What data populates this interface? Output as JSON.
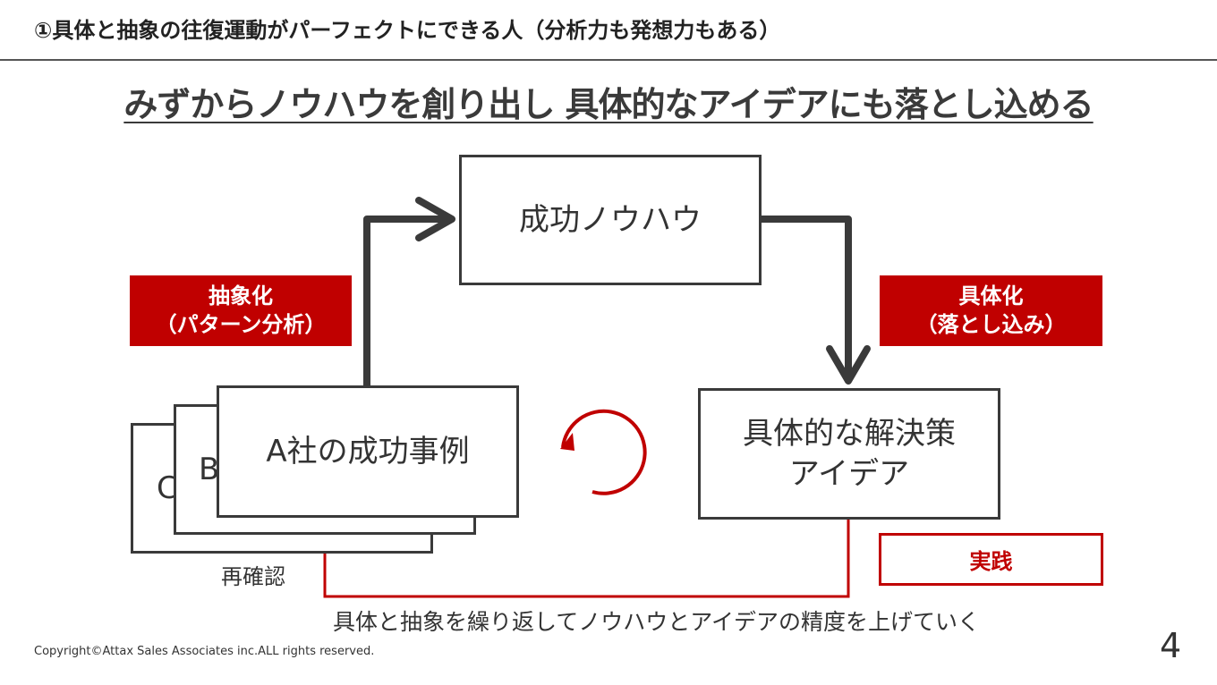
{
  "header": {
    "title": "①具体と抽象の往復運動がパーフェクトにできる人（分析力も発想力もある）"
  },
  "main_title": "みずからノウハウを創り出し 具体的なアイデアにも落とし込める",
  "diagram": {
    "top_box": "成功ノウハウ",
    "case_c": "C",
    "case_b": "B",
    "case_a": "A社の成功事例",
    "right_box_line1": "具体的な解決策",
    "right_box_line2": "アイデア",
    "abstract_label_line1": "抽象化",
    "abstract_label_line2": "（パターン分析）",
    "concrete_label_line1": "具体化",
    "concrete_label_line2": "（落とし込み）",
    "practice_label": "実践",
    "recheck_label": "再確認",
    "bottom_caption": "具体と抽象を繰り返してノウハウとアイデアの精度を上げていく"
  },
  "colors": {
    "accent_red": "#c00000",
    "arrow_gray": "#3a3a3a"
  },
  "footer": {
    "copyright": "Copyright©Attax Sales Associates inc.ALL rights reserved.",
    "page_number": "4"
  }
}
